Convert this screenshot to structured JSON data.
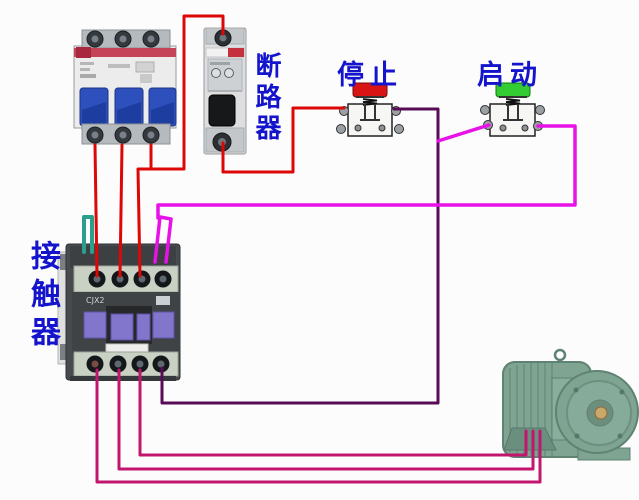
{
  "diagram_title": "motor-start-stop-wiring-diagram",
  "labels": {
    "circuit_breaker": "断路器",
    "contactor": "接触器",
    "stop": "停止",
    "start": "启动"
  },
  "contactor": {
    "model": "CJX2"
  },
  "colors": {
    "label_text": "#1414cc",
    "wire_red": "#de0707",
    "wire_magenta": "#e812e8",
    "wire_dark_purple": "#5a0b56",
    "wire_crimson": "#c2166e",
    "wire_teal": "#2b9f8d",
    "stop_cap": "#d81414",
    "start_cap": "#33cc33",
    "breaker_toggle": "#2d50bd",
    "motor_body": "#7fa492"
  }
}
